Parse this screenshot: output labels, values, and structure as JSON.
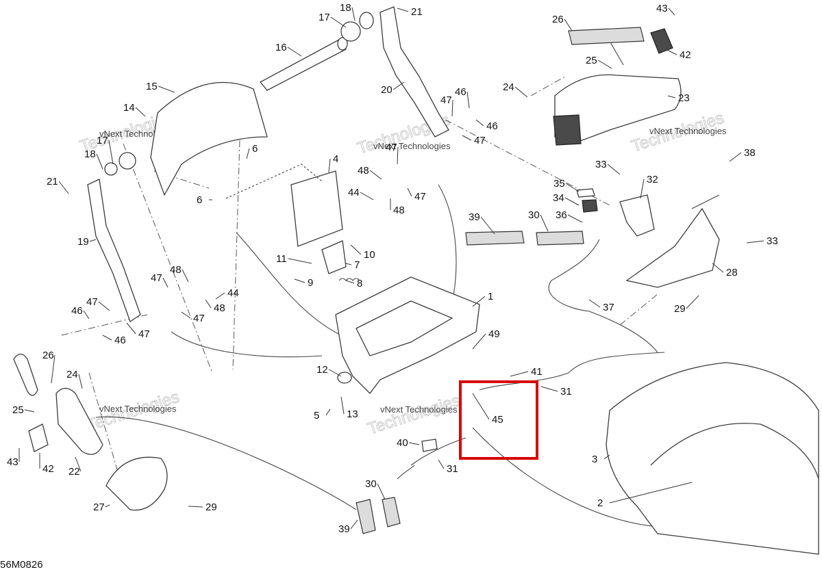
{
  "diagram": {
    "drawing_code": "56M0826",
    "watermark_small": "vNext Technologies",
    "watermark_big": "Technologies",
    "highlight_color": "#d90000",
    "callouts": [
      {
        "id": "c1",
        "text": "1"
      },
      {
        "id": "c2",
        "text": "2"
      },
      {
        "id": "c3",
        "text": "3"
      },
      {
        "id": "c4",
        "text": "4"
      },
      {
        "id": "c5",
        "text": "5"
      },
      {
        "id": "c6a",
        "text": "6"
      },
      {
        "id": "c6b",
        "text": "6"
      },
      {
        "id": "c7",
        "text": "7"
      },
      {
        "id": "c8",
        "text": "8"
      },
      {
        "id": "c9",
        "text": "9"
      },
      {
        "id": "c10",
        "text": "10"
      },
      {
        "id": "c11",
        "text": "11"
      },
      {
        "id": "c12",
        "text": "12"
      },
      {
        "id": "c13",
        "text": "13"
      },
      {
        "id": "c14",
        "text": "14"
      },
      {
        "id": "c15",
        "text": "15"
      },
      {
        "id": "c16",
        "text": "16"
      },
      {
        "id": "c17a",
        "text": "17"
      },
      {
        "id": "c17b",
        "text": "17"
      },
      {
        "id": "c18a",
        "text": "18"
      },
      {
        "id": "c18b",
        "text": "18"
      },
      {
        "id": "c19",
        "text": "19"
      },
      {
        "id": "c20",
        "text": "20"
      },
      {
        "id": "c21a",
        "text": "21"
      },
      {
        "id": "c21b",
        "text": "21"
      },
      {
        "id": "c22",
        "text": "22"
      },
      {
        "id": "c23",
        "text": "23"
      },
      {
        "id": "c24a",
        "text": "24"
      },
      {
        "id": "c24b",
        "text": "24"
      },
      {
        "id": "c25a",
        "text": "25"
      },
      {
        "id": "c25b",
        "text": "25"
      },
      {
        "id": "c26a",
        "text": "26"
      },
      {
        "id": "c26b",
        "text": "26"
      },
      {
        "id": "c27",
        "text": "27"
      },
      {
        "id": "c28",
        "text": "28"
      },
      {
        "id": "c29a",
        "text": "29"
      },
      {
        "id": "c29b",
        "text": "29"
      },
      {
        "id": "c30a",
        "text": "30"
      },
      {
        "id": "c30b",
        "text": "30"
      },
      {
        "id": "c31a",
        "text": "31"
      },
      {
        "id": "c31b",
        "text": "31"
      },
      {
        "id": "c32",
        "text": "32"
      },
      {
        "id": "c33a",
        "text": "33"
      },
      {
        "id": "c33b",
        "text": "33"
      },
      {
        "id": "c34",
        "text": "34"
      },
      {
        "id": "c35",
        "text": "35"
      },
      {
        "id": "c36",
        "text": "36"
      },
      {
        "id": "c37",
        "text": "37"
      },
      {
        "id": "c38",
        "text": "38"
      },
      {
        "id": "c39a",
        "text": "39"
      },
      {
        "id": "c39b",
        "text": "39"
      },
      {
        "id": "c40",
        "text": "40"
      },
      {
        "id": "c41",
        "text": "41"
      },
      {
        "id": "c42a",
        "text": "42"
      },
      {
        "id": "c42b",
        "text": "42"
      },
      {
        "id": "c43a",
        "text": "43"
      },
      {
        "id": "c43b",
        "text": "43"
      },
      {
        "id": "c44a",
        "text": "44"
      },
      {
        "id": "c44b",
        "text": "44"
      },
      {
        "id": "c45",
        "text": "45"
      },
      {
        "id": "c46a",
        "text": "46"
      },
      {
        "id": "c46b",
        "text": "46"
      },
      {
        "id": "c46c",
        "text": "46"
      },
      {
        "id": "c46d",
        "text": "46"
      },
      {
        "id": "c47a",
        "text": "47"
      },
      {
        "id": "c47b",
        "text": "47"
      },
      {
        "id": "c47c",
        "text": "47"
      },
      {
        "id": "c47d",
        "text": "47"
      },
      {
        "id": "c47e",
        "text": "47"
      },
      {
        "id": "c47f",
        "text": "47"
      },
      {
        "id": "c47g",
        "text": "47"
      },
      {
        "id": "c47h",
        "text": "47"
      },
      {
        "id": "c48a",
        "text": "48"
      },
      {
        "id": "c48b",
        "text": "48"
      },
      {
        "id": "c48c",
        "text": "48"
      },
      {
        "id": "c48d",
        "text": "48"
      },
      {
        "id": "c49",
        "text": "49"
      }
    ]
  }
}
